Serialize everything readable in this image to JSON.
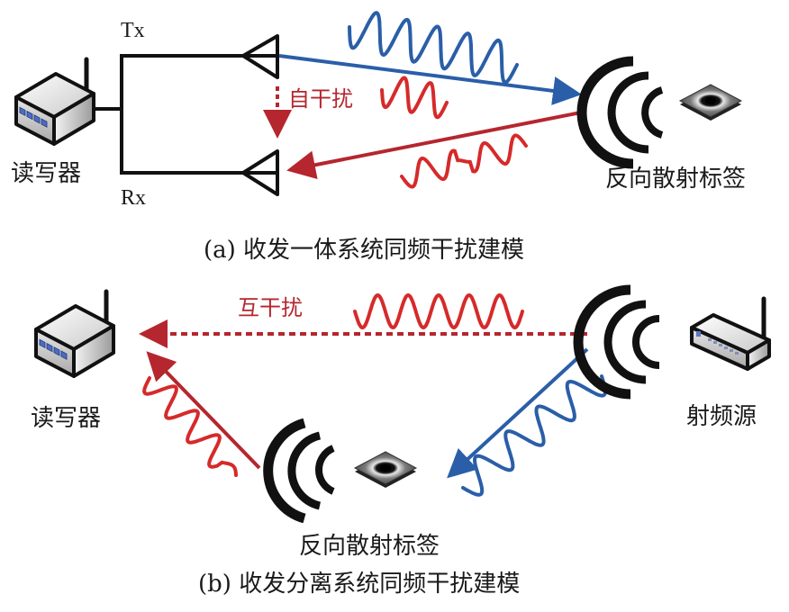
{
  "panel_a": {
    "reader_label": "读写器",
    "tx_label": "Tx",
    "rx_label": "Rx",
    "self_interference_label": "自干扰",
    "tag_label": "反向散射标签",
    "caption": "(a) 收发一体系统同频干扰建模"
  },
  "panel_b": {
    "reader_label": "读写器",
    "mutual_interference_label": "互干扰",
    "rf_source_label": "射频源",
    "tag_label": "反向散射标签",
    "caption": "(b) 收发分离系统同频干扰建模"
  },
  "colors": {
    "blue_signal": "#2a5ea8",
    "red_signal": "#b5262e",
    "red_wave": "#d62a2a",
    "black": "#111111"
  }
}
